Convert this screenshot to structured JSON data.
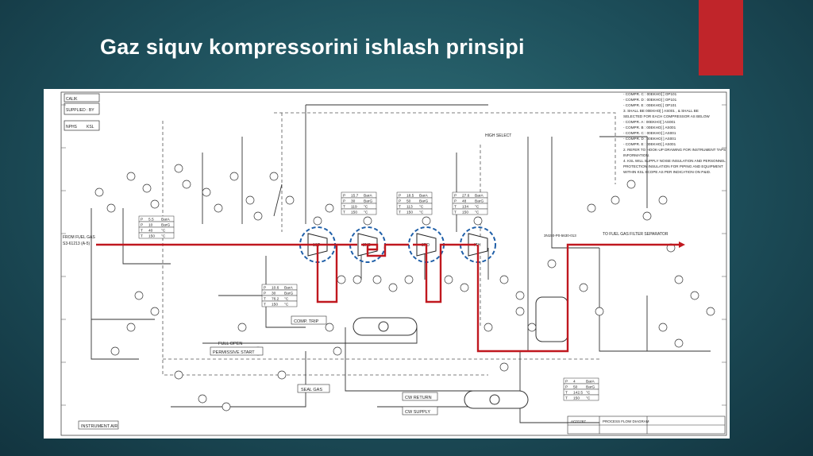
{
  "slide": {
    "title": "Gaz siquv kompressorini ishlash prinsipi"
  },
  "diagram": {
    "stages": [
      {
        "label": "1ST"
      },
      {
        "label": "2ND"
      },
      {
        "label": "3RD"
      },
      {
        "label": "4TH"
      }
    ],
    "stage_tables": [
      {
        "p": "15.7",
        "p_unit": "BarA",
        "p2": "30",
        "p2_unit": "BarG",
        "t": "119",
        "t_unit": "°C",
        "t2": "150",
        "t2_unit": "°C"
      },
      {
        "p": "18.5",
        "p_unit": "BarA",
        "p2": "50",
        "p2_unit": "BarG",
        "t": "113",
        "t_unit": "°C",
        "t2": "150",
        "t2_unit": "°C"
      },
      {
        "p": "27.6",
        "p_unit": "BarA",
        "p2": "48",
        "p2_unit": "BarG",
        "t": "134",
        "t_unit": "°C",
        "t2": "150",
        "t2_unit": "°C"
      }
    ],
    "inlet_table": [
      {
        "k": "P",
        "v": "5.5",
        "u": "BarA"
      },
      {
        "k": "P",
        "v": "10",
        "u": "BarG"
      },
      {
        "k": "T",
        "v": "40",
        "u": "°C"
      },
      {
        "k": "T",
        "v": "150",
        "u": "°C"
      }
    ],
    "interstage_table": [
      {
        "k": "P",
        "v": "10.6",
        "u": "BarA"
      },
      {
        "k": "P",
        "v": "30",
        "u": "BarG"
      },
      {
        "k": "T",
        "v": "76.2",
        "u": "°C"
      },
      {
        "k": "T",
        "v": "150",
        "u": "°C"
      }
    ],
    "discharge_table": [
      {
        "k": "P",
        "v": "4",
        "u": "BarA"
      },
      {
        "k": "P",
        "v": "50",
        "u": "BarG"
      },
      {
        "k": "T",
        "v": "142.5",
        "u": "°C"
      },
      {
        "k": "T",
        "v": "150",
        "u": "°C"
      }
    ],
    "labels": {
      "inlet_line": "S3-61213 (A-5)",
      "inlet_line_2": "FROM FUEL GAS",
      "outlet_line": "TO FUEL GAS FILTER SEPARATOR",
      "outlet_code": "3N150-P0-5630-013",
      "comp_trip": "COMP. TRIP",
      "full_open": "FULL OPEN",
      "permissive_start": "PERMISSIVE START",
      "seal_gas": "SEAL GAS",
      "instrument_air": "INSTRUMENT AIR",
      "cw_return": "CW RETURN",
      "cw_supply": "CW SUPPLY",
      "high_select": "HIGH SELECT",
      "calik": "CALIK",
      "supplied_by": "SUPPLIED : BY",
      "nphs": "NPHS",
      "ksl": "KSL",
      "ref_code": "AC01267",
      "process_flow": "PROCESS FLOW DIAGRAM"
    },
    "notes": [
      "- COMPR. C : 00EKHO[ ] OP101",
      "- COMPR. D : 00EKHO[ ] OP101",
      "- COMPR. E : 00EKHO[ ] OP101",
      "3. SHALL BE 00EKHO[ ] AS001 , & SHALL BE",
      "SELECTED FOR EACH COMPRESSOR AS BELOW",
      "- COMPR. A : 00EKHO[ ] AS001",
      "- COMPR. B : 00EKHO[ ] AS001",
      "- COMPR. C : 00EKHO[ ] AS001",
      "- COMPR. D : 00EKHO[ ] AS001",
      "- COMPR. E : 00EKHO[ ] AS001",
      "2. REFER TO HOOK-UP DRAWING FOR INSTRUMENT TAPS",
      "INFORMATION.",
      "4. KSL WILL SUPPLY NOISE INSULATION AND PERSONNEL",
      "PROTECTION INSULATION FOR PIPING AND EQUIPMENT",
      "WITHIN KSL SCOPE AS PER INDICATION ON P&ID."
    ],
    "colors": {
      "process_line": "#c0181f",
      "highlight_circle": "#1f5fa8",
      "ink": "#222222"
    }
  }
}
